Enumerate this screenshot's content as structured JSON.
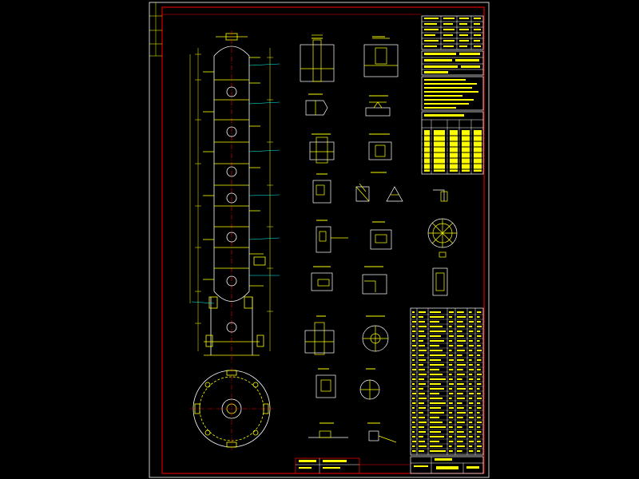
{
  "drawing": {
    "background": "#000000",
    "border_color": "#ff0000",
    "ink_color": "#ffff00",
    "accent_color": "#00ffff",
    "highlight_color": "#ff00ff",
    "title_block": {
      "drawing_number_field": "",
      "title_field": ""
    },
    "detail_views": [
      "column-elevation",
      "column-top-view",
      "nozzle-detail-1",
      "nozzle-detail-2",
      "weld-detail-1",
      "weld-detail-2",
      "flange-detail-1",
      "flange-detail-2",
      "bracket-detail-1",
      "bracket-detail-2",
      "bracket-detail-3",
      "bracket-detail-4",
      "support-detail-1",
      "support-detail-2",
      "support-ring-view",
      "plate-detail-1",
      "plate-detail-2",
      "plate-detail-3",
      "saddle-detail-1",
      "ring-detail-1",
      "skirt-detail-1",
      "ring-detail-2",
      "lug-detail-1",
      "lug-detail-2"
    ],
    "tables": [
      "design-data-table",
      "technical-requirements-table",
      "nozzle-table",
      "parts-list-table",
      "title-block"
    ]
  }
}
